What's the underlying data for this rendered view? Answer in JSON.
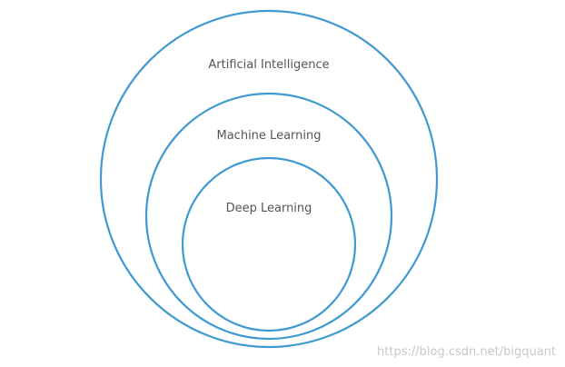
{
  "diagram": {
    "type": "nested-circles",
    "ring_color": "#3e9ad0",
    "label_color": "#555555",
    "circles": [
      {
        "label": "Artificial Intelligence"
      },
      {
        "label": "Machine Learning"
      },
      {
        "label": "Deep Learning"
      }
    ]
  },
  "watermark": {
    "text": "https://blog.csdn.net/bigquant"
  }
}
